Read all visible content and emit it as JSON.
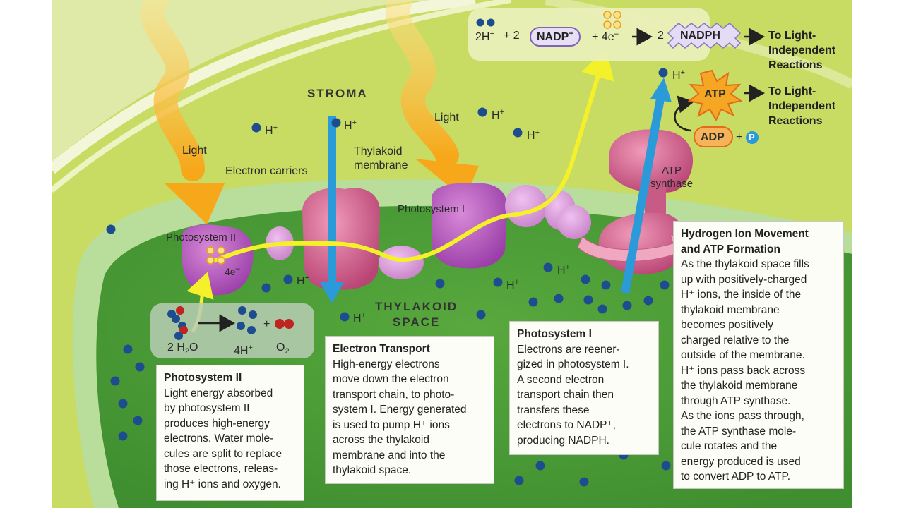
{
  "labels": {
    "stroma": "STROMA",
    "light_left": "Light",
    "light_mid": "Light",
    "electron_carriers": "Electron carriers",
    "thylakoid_membrane": "Thylakoid\nmembrane",
    "photosystem_i": "Photosystem I",
    "photosystem_ii": "Photosystem II",
    "four_e": "4e",
    "atp_synthase": "ATP\nsynthase",
    "thylakoid_space": "THYLAKOID\nSPACE",
    "h_plus": "H",
    "plus_sign": "+"
  },
  "equation": {
    "left": "2H",
    "plus_two": "+ 2",
    "nadp": "NADP",
    "plus_four_e": "+ 4e",
    "arrow_two": "2",
    "nadph": "NADPH",
    "to_light_independent": "To Light-\nIndependent\nReactions"
  },
  "atp_region": {
    "atp": "ATP",
    "adp": "ADP",
    "plus": "+",
    "p": "P",
    "to_light_independent": "To Light-\nIndependent\nReactions"
  },
  "water_split": {
    "water": "2 H",
    "water_sub": "2",
    "water_o": "O",
    "hplus": "4H",
    "oxygen": "O",
    "oxygen_sub": "2",
    "plus": "+"
  },
  "boxes": {
    "photosystem_ii": {
      "title": "Photosystem II",
      "body": "Light energy absorbed\nby photosystem II\nproduces high-energy\nelectrons. Water mole-\ncules are split to replace\nthose electrons, releas-\ning H⁺ ions and oxygen."
    },
    "electron_transport": {
      "title": "Electron Transport",
      "body": "High-energy electrons\nmove down the electron\ntransport chain, to photo-\nsystem I. Energy generated\nis used to pump H⁺ ions\nacross the thylakoid\nmembrane and into the\nthylakoid space."
    },
    "photosystem_i": {
      "title": "Photosystem I",
      "body": "Electrons are reener-\ngized in photosystem I.\nA second electron\ntransport chain then\ntransfers these\nelectrons to NADP⁺,\nproducing NADPH."
    },
    "hydrogen_ion": {
      "title": "Hydrogen Ion Movement\nand ATP Formation",
      "body": "As the thylakoid space fills\nup with positively-charged\nH⁺ ions, the inside of the\nthylakoid membrane\nbecomes positively\ncharged relative to the\noutside of the membrane.\nH⁺ ions pass back across\nthe thylakoid membrane\nthrough ATP synthase.\nAs the ions pass through,\nthe ATP synthase mole-\ncule rotates and the\nenergy produced is used\nto convert ADP to ATP."
    }
  },
  "colors": {
    "stroma_green": "#c4db5a",
    "thylakoid_green": "#5fae45",
    "membrane": "#b8dca0",
    "protein_pink": "#d76f97",
    "protein_purple": "#b75ac0",
    "electron_path": "#f4f02a",
    "light_arrow": "#f7b21e",
    "h_ion": "#1d4d8f",
    "blue_arrow": "#2a9ad8"
  }
}
